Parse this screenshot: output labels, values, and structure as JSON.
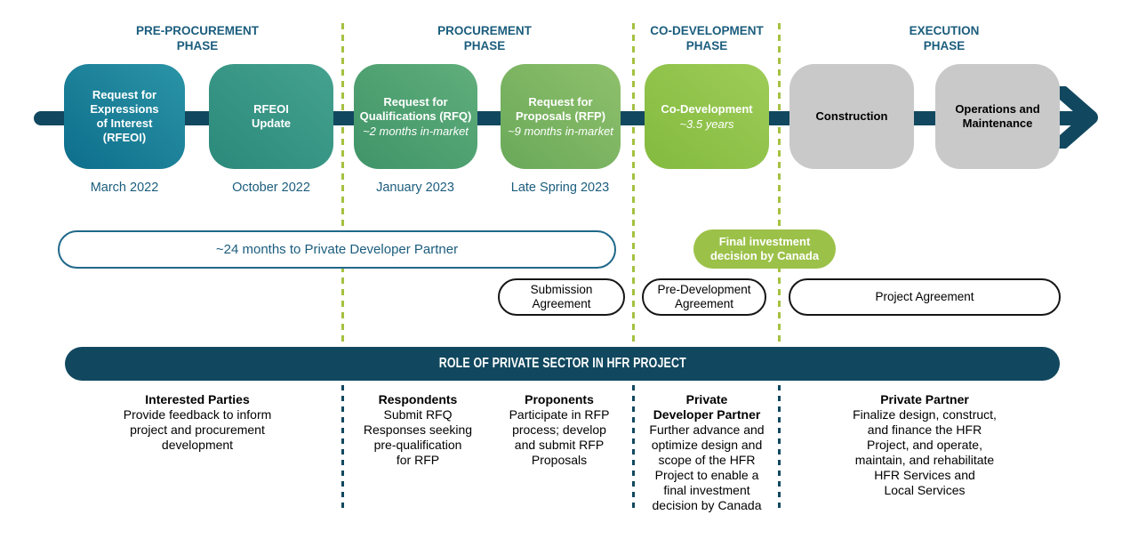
{
  "phases": [
    {
      "label": "PRE-PROCUREMENT\nPHASE"
    },
    {
      "label": "PROCUREMENT\nPHASE"
    },
    {
      "label": "CO-DEVELOPMENT\nPHASE"
    },
    {
      "label": "EXECUTION\nPHASE"
    }
  ],
  "boxes": [
    {
      "title": "Request for\nExpressions\nof Interest\n(RFEOI)",
      "subtitle": "",
      "date": "March 2022"
    },
    {
      "title": "RFEOI\nUpdate",
      "subtitle": "",
      "date": "October 2022"
    },
    {
      "title": "Request for\nQualifications (RFQ)",
      "subtitle": "~2 months in-market",
      "date": "January 2023"
    },
    {
      "title": "Request for\nProposals (RFP)",
      "subtitle": "~9 months in-market",
      "date": "Late Spring 2023"
    },
    {
      "title": "Co-Development",
      "subtitle": "~3.5 years",
      "date": ""
    },
    {
      "title": "Construction",
      "subtitle": "",
      "date": ""
    },
    {
      "title": "Operations and\nMaintenance",
      "subtitle": "",
      "date": ""
    }
  ],
  "callouts": {
    "months_pill": "~24 months to Private Developer Partner",
    "final_decision": "Final investment\ndecision by Canada",
    "submission_agreement": "Submission\nAgreement",
    "predevelopment_agreement": "Pre-Development\nAgreement",
    "project_agreement": "Project Agreement"
  },
  "banner": {
    "label": "ROLE OF PRIVATE SECTOR IN HFR PROJECT"
  },
  "roles": [
    {
      "heading": "Interested Parties",
      "body": "Provide feedback to inform\nproject and procurement\ndevelopment"
    },
    {
      "heading": "Respondents",
      "body": "Submit RFQ\nResponses seeking\npre-qualification\nfor RFP"
    },
    {
      "heading": "Proponents",
      "body": "Participate in RFP\nprocess; develop\nand submit RFP\nProposals"
    },
    {
      "heading": "Private\nDeveloper Partner",
      "body": "Further advance and\noptimize design and\nscope of the HFR\nProject to enable a\nfinal investment\ndecision by Canada"
    },
    {
      "heading": "Private Partner",
      "body": "Finalize design, construct,\nand finance the HFR\nProject, and operate,\nmaintain, and rehabilitate\nHFR Services and\nLocal Services"
    }
  ],
  "colors": {
    "dark_teal": "#11485f",
    "header_blue": "#1b5d7d",
    "dash_green": "#a5c140",
    "box_teal": "#1a7e97",
    "box_seagreen": "#389585",
    "box_green": "#4f9e71",
    "box_light_green": "#7cb562",
    "box_lime": "#8fc24a",
    "box_gray": "#c9c9ca",
    "final_decision_green": "#9cc149"
  }
}
